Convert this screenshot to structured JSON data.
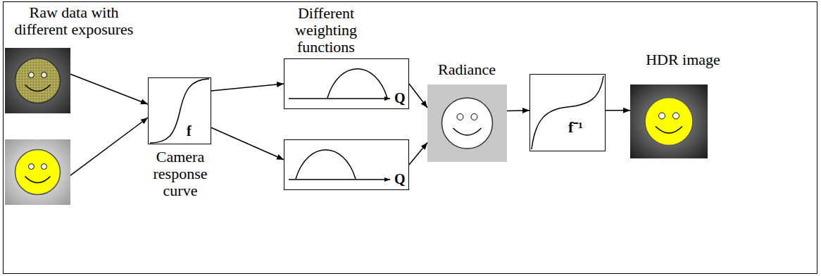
{
  "diagram": {
    "nodes": [
      {
        "text": [
          "Raw data with different exposures"
        ]
      },
      {
        "text": []
      },
      {
        "text": [
          "f",
          "Camera response curve"
        ]
      },
      {
        "text": [
          "Different weighting functions",
          "Q"
        ]
      },
      {
        "text": [
          "Q"
        ]
      },
      {
        "text": [
          "Radiance"
        ]
      },
      {
        "text": [
          "f⁻¹"
        ]
      },
      {
        "text": [
          "HDR image"
        ]
      }
    ],
    "edges": [
      {
        "from": 0,
        "to": 2,
        "arrow": "to"
      },
      {
        "from": 1,
        "to": 2,
        "arrow": "to"
      },
      {
        "from": 2,
        "to": 3,
        "arrow": "to"
      },
      {
        "from": 2,
        "to": 4,
        "arrow": "to"
      },
      {
        "from": 3,
        "to": 5,
        "arrow": "to"
      },
      {
        "from": 4,
        "to": 5,
        "arrow": "to"
      },
      {
        "from": 5,
        "to": 6,
        "arrow": "to"
      },
      {
        "from": 6,
        "to": 7,
        "arrow": "to"
      }
    ]
  }
}
